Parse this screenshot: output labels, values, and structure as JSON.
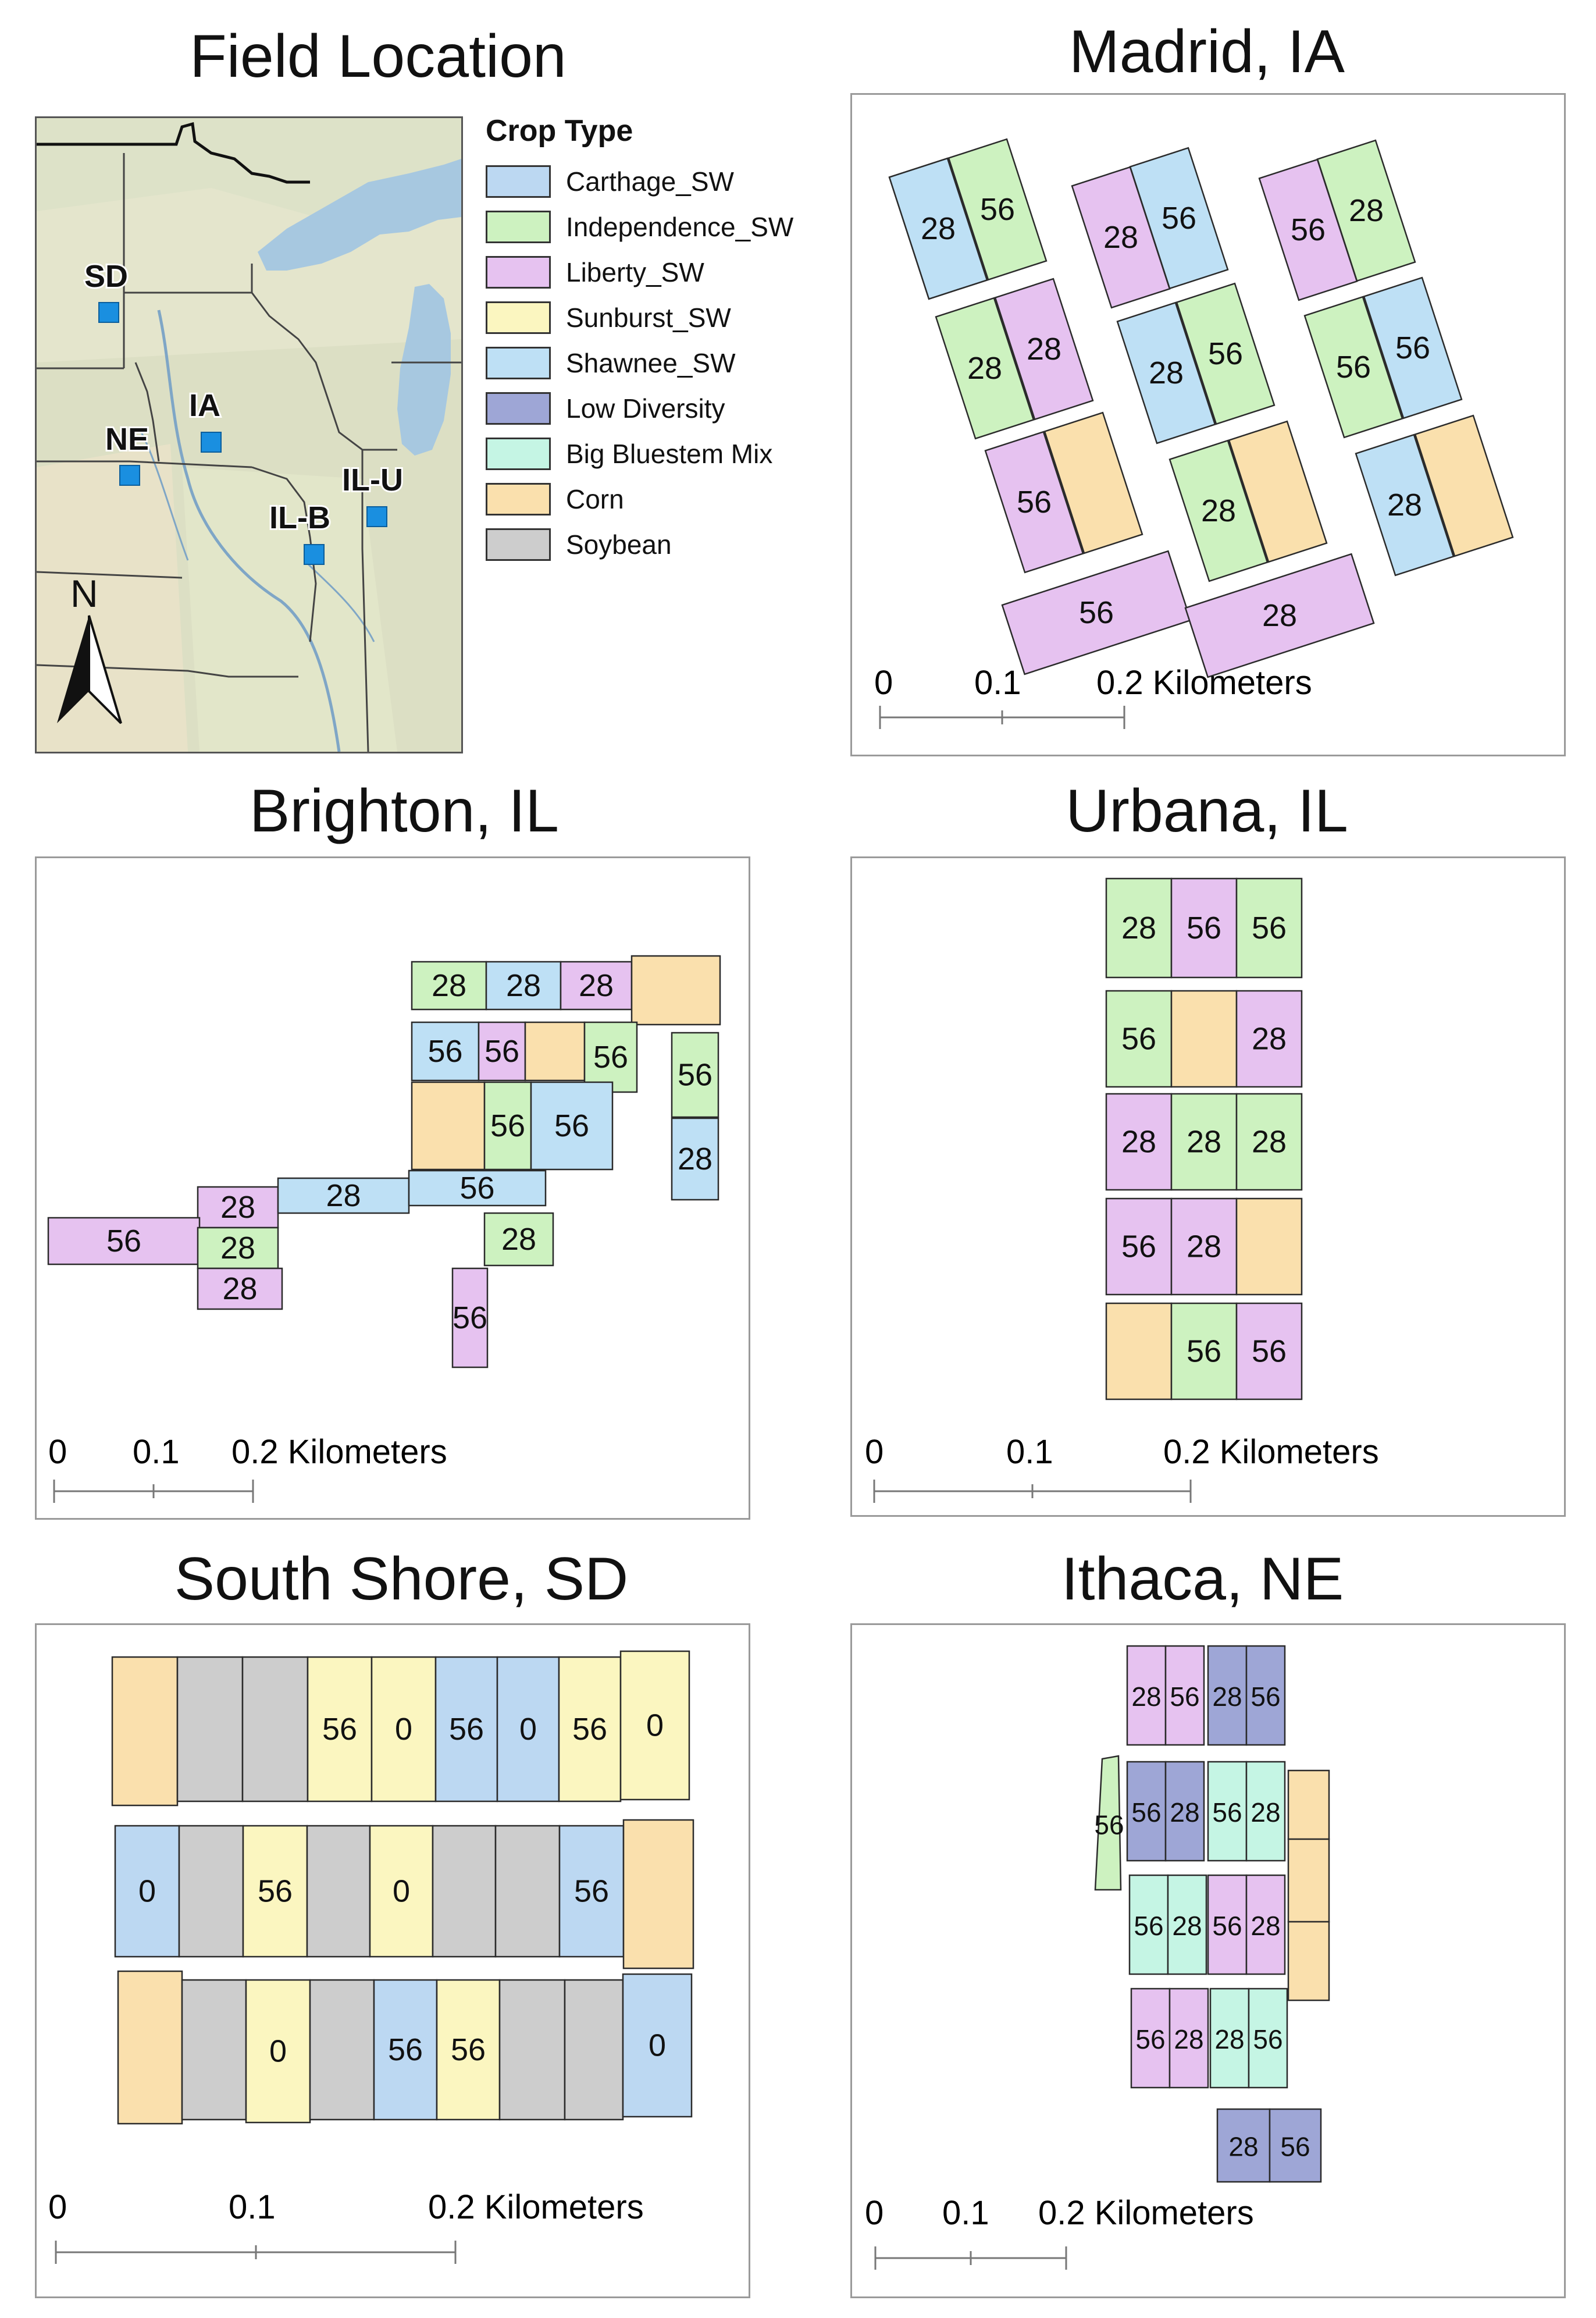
{
  "colors": {
    "Carthage_SW": "#bcd8f2",
    "Independence_SW": "#cdf2c0",
    "Liberty_SW": "#e6c2f0",
    "Sunburst_SW": "#fbf6c0",
    "Shawnee_SW": "#bee0f5",
    "Low Diversity": "#9ea6d6",
    "Big Bluestem Mix": "#c5f5e4",
    "Corn": "#fae0ad",
    "Soybean": "#cdcdcd"
  },
  "field_location": {
    "title": "Field Location",
    "north_label": "N",
    "sites": [
      {
        "label": "SD",
        "marker": true
      },
      {
        "label": "NE",
        "marker": true
      },
      {
        "label": "IA",
        "marker": true
      },
      {
        "label": "IL-U",
        "marker": true
      },
      {
        "label": "IL-B",
        "marker": true
      }
    ],
    "legend_title": "Crop Type",
    "legend": [
      {
        "label": "Carthage_SW",
        "color": "#bcd8f2"
      },
      {
        "label": "Independence_SW",
        "color": "#cdf2c0"
      },
      {
        "label": "Liberty_SW",
        "color": "#e6c2f0"
      },
      {
        "label": "Sunburst_SW",
        "color": "#fbf6c0"
      },
      {
        "label": "Shawnee_SW",
        "color": "#bee0f5"
      },
      {
        "label": "Low Diversity",
        "color": "#9ea6d6"
      },
      {
        "label": "Big Bluestem Mix",
        "color": "#c5f5e4"
      },
      {
        "label": "Corn",
        "color": "#fae0ad"
      },
      {
        "label": "Soybean",
        "color": "#cdcdcd"
      }
    ]
  },
  "maps": {
    "madrid": {
      "title": "Madrid, IA",
      "scale": {
        "t0": "0",
        "t1": "0.1",
        "t2": "0.2 Kilometers"
      },
      "plots": [
        {
          "crop": "Shawnee_SW",
          "label": "56"
        },
        {
          "crop": "Shawnee_SW",
          "label": "28"
        },
        {
          "crop": "Independence_SW",
          "label": "56"
        },
        {
          "crop": "Independence_SW",
          "label": "28"
        },
        {
          "crop": "Liberty_SW",
          "label": "28"
        },
        {
          "crop": "Liberty_SW",
          "label": "56"
        },
        {
          "crop": "Corn",
          "label": ""
        },
        {
          "crop": "Liberty_SW",
          "label": "56"
        },
        {
          "crop": "Liberty_SW",
          "label": "28"
        },
        {
          "crop": "Shawnee_SW",
          "label": "56"
        },
        {
          "crop": "Shawnee_SW",
          "label": "28"
        },
        {
          "crop": "Independence_SW",
          "label": "56"
        },
        {
          "crop": "Independence_SW",
          "label": "28"
        },
        {
          "crop": "Corn",
          "label": ""
        },
        {
          "crop": "Liberty_SW",
          "label": "28"
        },
        {
          "crop": "Liberty_SW",
          "label": "56"
        },
        {
          "crop": "Independence_SW",
          "label": "28"
        },
        {
          "crop": "Independence_SW",
          "label": "56"
        },
        {
          "crop": "Shawnee_SW",
          "label": "56"
        },
        {
          "crop": "Shawnee_SW",
          "label": "28"
        },
        {
          "crop": "Corn",
          "label": ""
        }
      ]
    },
    "brighton": {
      "title": "Brighton, IL",
      "scale": {
        "t0": "0",
        "t1": "0.1",
        "t2": "0.2 Kilometers"
      },
      "plots": [
        {
          "crop": "Independence_SW",
          "label": "28"
        },
        {
          "crop": "Shawnee_SW",
          "label": "28"
        },
        {
          "crop": "Liberty_SW",
          "label": "28"
        },
        {
          "crop": "Corn",
          "label": ""
        },
        {
          "crop": "Shawnee_SW",
          "label": "56"
        },
        {
          "crop": "Liberty_SW",
          "label": "56"
        },
        {
          "crop": "Corn",
          "label": ""
        },
        {
          "crop": "Independence_SW",
          "label": "56"
        },
        {
          "crop": "Independence_SW",
          "label": "56"
        },
        {
          "crop": "Corn",
          "label": ""
        },
        {
          "crop": "Independence_SW",
          "label": "56"
        },
        {
          "crop": "Shawnee_SW",
          "label": "56"
        },
        {
          "crop": "Shawnee_SW",
          "label": "28"
        },
        {
          "crop": "Liberty_SW",
          "label": "28"
        },
        {
          "crop": "Shawnee_SW",
          "label": "28"
        },
        {
          "crop": "Shawnee_SW",
          "label": "56"
        },
        {
          "crop": "Liberty_SW",
          "label": "56"
        },
        {
          "crop": "Independence_SW",
          "label": "28"
        },
        {
          "crop": "Liberty_SW",
          "label": "28"
        },
        {
          "crop": "Independence_SW",
          "label": "28"
        },
        {
          "crop": "Liberty_SW",
          "label": "56"
        }
      ]
    },
    "urbana": {
      "title": "Urbana, IL",
      "scale": {
        "t0": "0",
        "t1": "0.1",
        "t2": "0.2 Kilometers"
      },
      "plots": [
        {
          "crop": "Independence_SW",
          "label": "28"
        },
        {
          "crop": "Liberty_SW",
          "label": "56"
        },
        {
          "crop": "Independence_SW",
          "label": "56"
        },
        {
          "crop": "Independence_SW",
          "label": "56"
        },
        {
          "crop": "Corn",
          "label": ""
        },
        {
          "crop": "Liberty_SW",
          "label": "28"
        },
        {
          "crop": "Liberty_SW",
          "label": "28"
        },
        {
          "crop": "Independence_SW",
          "label": "28"
        },
        {
          "crop": "Independence_SW",
          "label": "28"
        },
        {
          "crop": "Liberty_SW",
          "label": "56"
        },
        {
          "crop": "Liberty_SW",
          "label": "28"
        },
        {
          "crop": "Corn",
          "label": ""
        },
        {
          "crop": "Corn",
          "label": ""
        },
        {
          "crop": "Independence_SW",
          "label": "56"
        },
        {
          "crop": "Liberty_SW",
          "label": "56"
        }
      ]
    },
    "south_shore": {
      "title": "South Shore, SD",
      "scale": {
        "t0": "0",
        "t1": "0.1",
        "t2": "0.2 Kilometers"
      },
      "plots": [
        {
          "crop": "Corn",
          "label": ""
        },
        {
          "crop": "Soybean",
          "label": ""
        },
        {
          "crop": "Soybean",
          "label": ""
        },
        {
          "crop": "Sunburst_SW",
          "label": "56"
        },
        {
          "crop": "Sunburst_SW",
          "label": "0"
        },
        {
          "crop": "Carthage_SW",
          "label": "56"
        },
        {
          "crop": "Carthage_SW",
          "label": "0"
        },
        {
          "crop": "Sunburst_SW",
          "label": "56"
        },
        {
          "crop": "Sunburst_SW",
          "label": "0"
        },
        {
          "crop": "Carthage_SW",
          "label": "0"
        },
        {
          "crop": "Soybean",
          "label": ""
        },
        {
          "crop": "Sunburst_SW",
          "label": "56"
        },
        {
          "crop": "Soybean",
          "label": ""
        },
        {
          "crop": "Sunburst_SW",
          "label": "0"
        },
        {
          "crop": "Soybean",
          "label": ""
        },
        {
          "crop": "Soybean",
          "label": ""
        },
        {
          "crop": "Carthage_SW",
          "label": "56"
        },
        {
          "crop": "Corn",
          "label": ""
        },
        {
          "crop": "Corn",
          "label": ""
        },
        {
          "crop": "Soybean",
          "label": ""
        },
        {
          "crop": "Sunburst_SW",
          "label": "0"
        },
        {
          "crop": "Soybean",
          "label": ""
        },
        {
          "crop": "Carthage_SW",
          "label": "56"
        },
        {
          "crop": "Sunburst_SW",
          "label": "56"
        },
        {
          "crop": "Soybean",
          "label": ""
        },
        {
          "crop": "Soybean",
          "label": ""
        },
        {
          "crop": "Carthage_SW",
          "label": "0"
        }
      ]
    },
    "ithaca": {
      "title": "Ithaca, NE",
      "scale": {
        "t0": "0",
        "t1": "0.1",
        "t2": "0.2 Kilometers"
      },
      "plots": [
        {
          "crop": "Liberty_SW",
          "label": "28"
        },
        {
          "crop": "Liberty_SW",
          "label": "56"
        },
        {
          "crop": "Low Diversity",
          "label": "28"
        },
        {
          "crop": "Low Diversity",
          "label": "56"
        },
        {
          "crop": "Independence_SW",
          "label": "56"
        },
        {
          "crop": "Low Diversity",
          "label": "56"
        },
        {
          "crop": "Low Diversity",
          "label": "28"
        },
        {
          "crop": "Big Bluestem Mix",
          "label": "56"
        },
        {
          "crop": "Big Bluestem Mix",
          "label": "28"
        },
        {
          "crop": "Corn",
          "label": ""
        },
        {
          "crop": "Corn",
          "label": ""
        },
        {
          "crop": "Corn",
          "label": ""
        },
        {
          "crop": "Big Bluestem Mix",
          "label": "56"
        },
        {
          "crop": "Big Bluestem Mix",
          "label": "28"
        },
        {
          "crop": "Liberty_SW",
          "label": "56"
        },
        {
          "crop": "Liberty_SW",
          "label": "28"
        },
        {
          "crop": "Liberty_SW",
          "label": "56"
        },
        {
          "crop": "Liberty_SW",
          "label": "28"
        },
        {
          "crop": "Big Bluestem Mix",
          "label": "28"
        },
        {
          "crop": "Big Bluestem Mix",
          "label": "56"
        },
        {
          "crop": "Low Diversity",
          "label": "28"
        },
        {
          "crop": "Low Diversity",
          "label": "56"
        }
      ]
    }
  }
}
